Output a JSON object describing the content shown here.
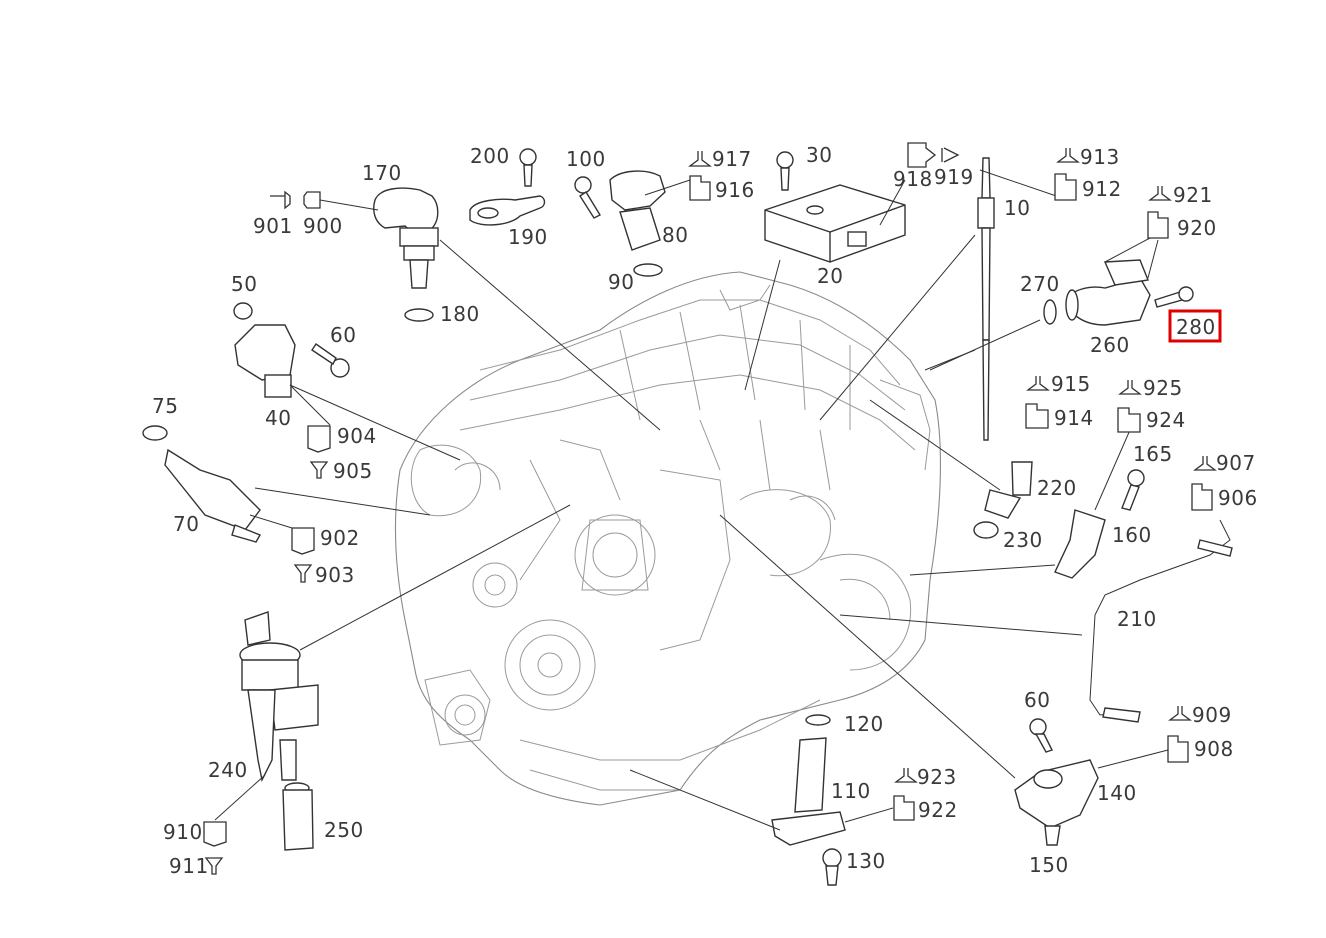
{
  "diagram": {
    "highlight_color": "#e00000",
    "highlighted_part": "280",
    "callouts": {
      "p10": "10",
      "p20": "20",
      "p30": "30",
      "p40": "40",
      "p50": "50",
      "p60a": "60",
      "p60b": "60",
      "p70": "70",
      "p75": "75",
      "p80": "80",
      "p90": "90",
      "p100": "100",
      "p110": "110",
      "p120": "120",
      "p130": "130",
      "p140": "140",
      "p150": "150",
      "p160": "160",
      "p165": "165",
      "p170": "170",
      "p180": "180",
      "p190": "190",
      "p200": "200",
      "p210": "210",
      "p220": "220",
      "p230": "230",
      "p240": "240",
      "p250": "250",
      "p260": "260",
      "p270": "270",
      "p280": "280",
      "c900": "900",
      "c901": "901",
      "c902": "902",
      "c903": "903",
      "c904": "904",
      "c905": "905",
      "c906": "906",
      "c907": "907",
      "c908": "908",
      "c909": "909",
      "c910": "910",
      "c911": "911",
      "c912": "912",
      "c913": "913",
      "c914": "914",
      "c915": "915",
      "c916": "916",
      "c917": "917",
      "c918": "918",
      "c919": "919",
      "c920": "920",
      "c921": "921",
      "c922": "922",
      "c923": "923",
      "c924": "924",
      "c925": "925"
    },
    "icons": [
      "plug-connector-icon",
      "connector-seal-icon"
    ]
  }
}
